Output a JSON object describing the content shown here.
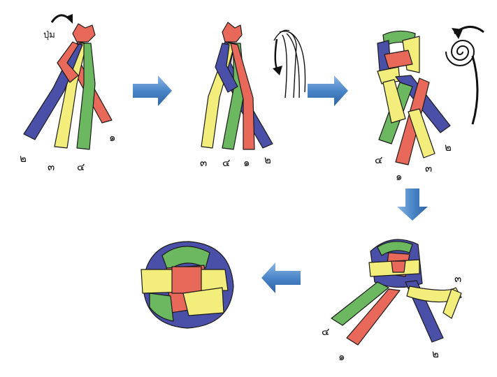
{
  "colors": {
    "blue": "#4a4fa8",
    "yellow": "#f3ee7c",
    "green": "#6cb860",
    "red": "#e8695a",
    "arrow": "#4a86c8",
    "ink": "#111111"
  },
  "step1": {
    "top_label": "ปุ่ม",
    "labels": [
      "๒",
      "๓",
      "๔",
      "๑"
    ]
  },
  "step2": {
    "labels": [
      "๓",
      "๔",
      "๑",
      "๒"
    ]
  },
  "step3": {
    "labels": [
      "๔",
      "๒",
      "๑",
      "๓"
    ]
  },
  "step4": {
    "labels": [
      "๓",
      "๔",
      "๑",
      "๒"
    ]
  },
  "icons": {
    "curve_arrow": "curved-arrow-icon",
    "hand_drawn": "strands-sketch-icon",
    "spiral": "spiral-icon",
    "flow_right": "right-arrow-icon",
    "flow_down": "down-arrow-icon",
    "flow_left": "left-arrow-icon"
  }
}
